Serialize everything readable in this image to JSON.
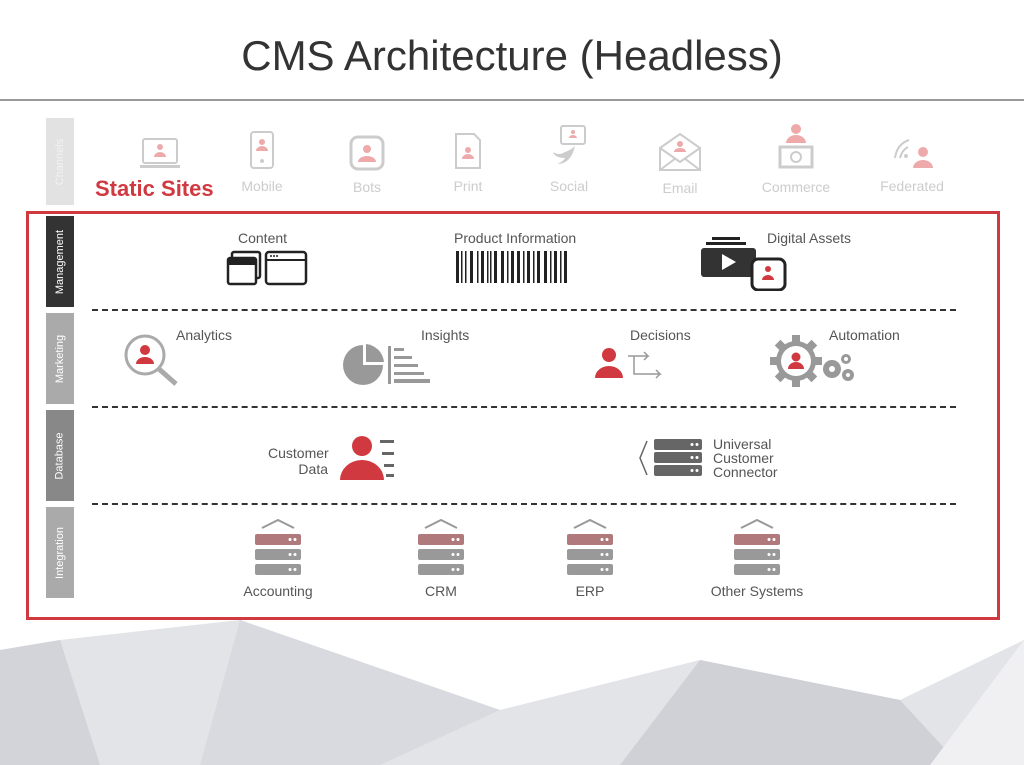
{
  "title": "CMS Architecture (Headless)",
  "layers": {
    "channels": "Channels",
    "management": "Management",
    "marketing": "Marketing",
    "database": "Database",
    "integration": "Integration"
  },
  "channels": {
    "highlight": "Static Sites",
    "items": [
      "Mobile",
      "Bots",
      "Print",
      "Social",
      "Email",
      "Commerce",
      "Federated"
    ]
  },
  "management": [
    "Content",
    "Product Information",
    "Digital Assets"
  ],
  "marketing": [
    "Analytics",
    "Insights",
    "Decisions",
    "Automation"
  ],
  "database": {
    "customer_data_1": "Customer",
    "customer_data_2": "Data",
    "ucc_1": "Universal",
    "ucc_2": "Customer",
    "ucc_3": "Connector"
  },
  "integration": [
    "Accounting",
    "CRM",
    "ERP",
    "Other Systems"
  ],
  "colors": {
    "accent": "#d0393f",
    "dark": "#333333",
    "faded": "#cccccc"
  }
}
